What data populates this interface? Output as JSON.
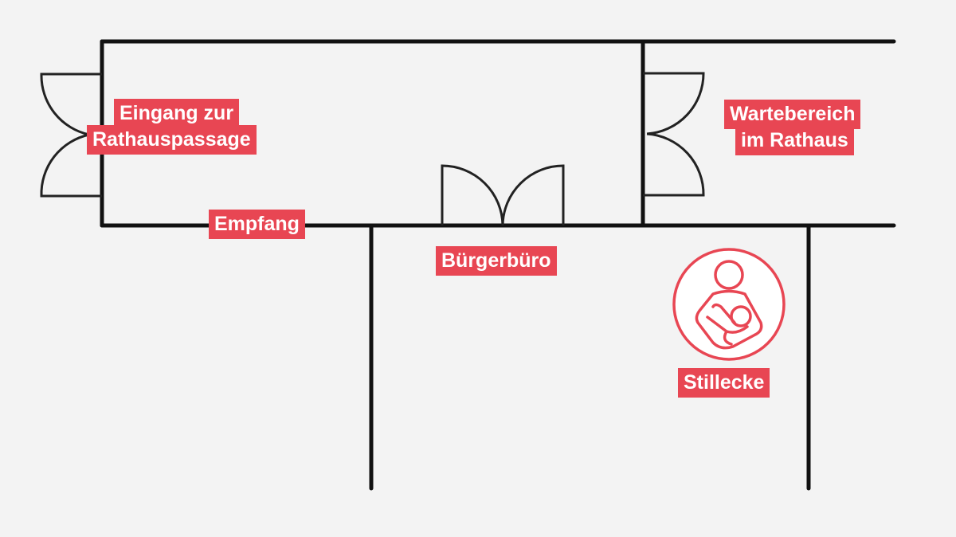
{
  "colors": {
    "background": "#f3f3f3",
    "wall": "#111111",
    "label_bg": "#e84653",
    "label_text": "#ffffff"
  },
  "labels": {
    "entrance_line1": "Eingang zur",
    "entrance_line2": "Rathauspassage",
    "reception": "Empfang",
    "citizen_office": "Bürgerbüro",
    "waiting_line1": "Wartebereich",
    "waiting_line2": "im Rathaus",
    "nursing_corner": "Stillecke"
  },
  "icons": {
    "nursing": "breastfeeding-icon"
  }
}
